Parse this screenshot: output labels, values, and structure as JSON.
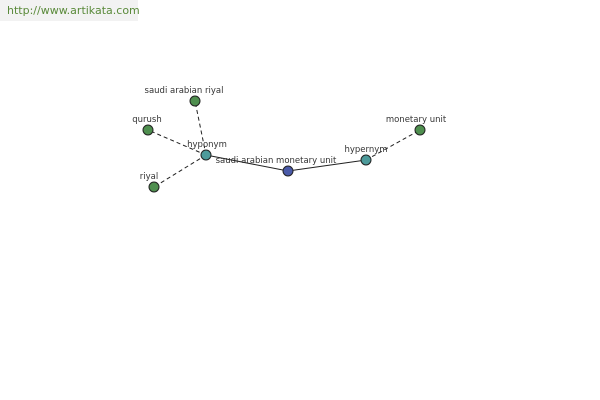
{
  "header": {
    "url": "http://www.artikata.com"
  },
  "graph": {
    "center": {
      "label": "saudi arabian monetary unit",
      "color": "#4a5aa8"
    },
    "relations": {
      "hyponym": {
        "label": "hyponym",
        "color": "#4d9b9b"
      },
      "hypernym": {
        "label": "hypernym",
        "color": "#4d9b9b"
      }
    },
    "hyponyms": [
      {
        "label": "saudi arabian riyal",
        "color": "#4f8f4f"
      },
      {
        "label": "qurush",
        "color": "#4f8f4f"
      },
      {
        "label": "riyal",
        "color": "#4f8f4f"
      }
    ],
    "hypernyms": [
      {
        "label": "monetary unit",
        "color": "#4f8f4f"
      }
    ]
  }
}
